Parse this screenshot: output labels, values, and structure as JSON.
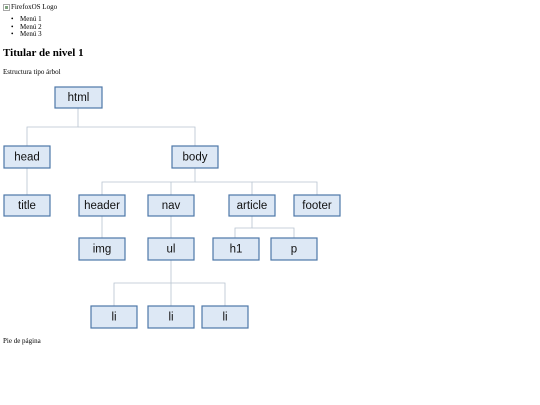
{
  "logo": {
    "alt": "FirefoxOS Logo",
    "icon": "broken-image-icon"
  },
  "menu": {
    "items": [
      {
        "label": "Menú 1"
      },
      {
        "label": "Menú 2"
      },
      {
        "label": "Menú 3"
      }
    ]
  },
  "heading": "Titular de nivel 1",
  "subtitle": "Estructura tipo árbol",
  "tree": {
    "html": "html",
    "head": "head",
    "body": "body",
    "title": "title",
    "header": "header",
    "nav": "nav",
    "article": "article",
    "footer": "footer",
    "img": "img",
    "ul": "ul",
    "h1": "h1",
    "p": "p",
    "li1": "li",
    "li2": "li",
    "li3": "li"
  },
  "footer": "Pie de página",
  "colors": {
    "node_fill": "#dde8f5",
    "node_border": "#4e77a8",
    "edge": "#b8c3d0"
  }
}
